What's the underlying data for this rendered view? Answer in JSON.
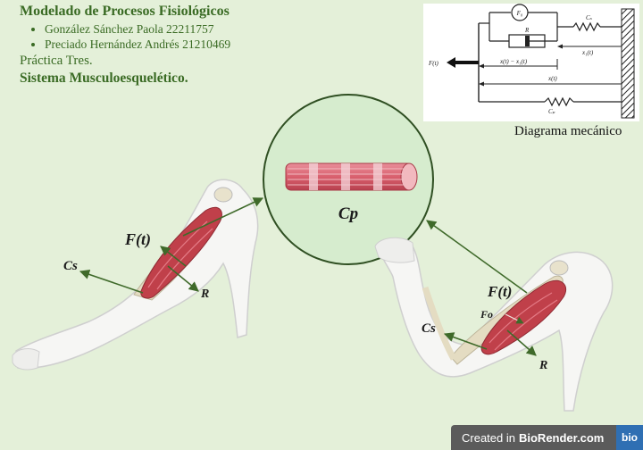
{
  "header": {
    "title": "Modelado de Procesos Fisiológicos",
    "authors": [
      "González Sánchez Paola 22211757",
      "Preciado Hernández Andrés 21210469"
    ],
    "practice": "Práctica Tres.",
    "system": "Sistema Musculoesquelético."
  },
  "mechanical": {
    "caption": "Diagrama mecánico",
    "labels": {
      "force_source": "F₀",
      "cs": "Cₛ",
      "r": "R",
      "x1": "x₁(t)",
      "diff": "x(t) − x₁(t)",
      "x": "x(t)",
      "cp": "Cₚ",
      "ft": "F(t)"
    }
  },
  "left_arm": {
    "ft": "F(t)",
    "cs": "Cs",
    "r": "R"
  },
  "zoom": {
    "cp": "Cp"
  },
  "right_arm": {
    "ft": "F(t)",
    "fo": "Fo",
    "cs": "Cs",
    "r": "R"
  },
  "badge": {
    "created_in": "Created in",
    "brand": "BioRender.com",
    "logo": "bio"
  },
  "colors": {
    "background": "#e4f0d9",
    "header_text": "#3a6b24",
    "arrow": "#3f6a2a",
    "muscle": "#c0404a"
  }
}
